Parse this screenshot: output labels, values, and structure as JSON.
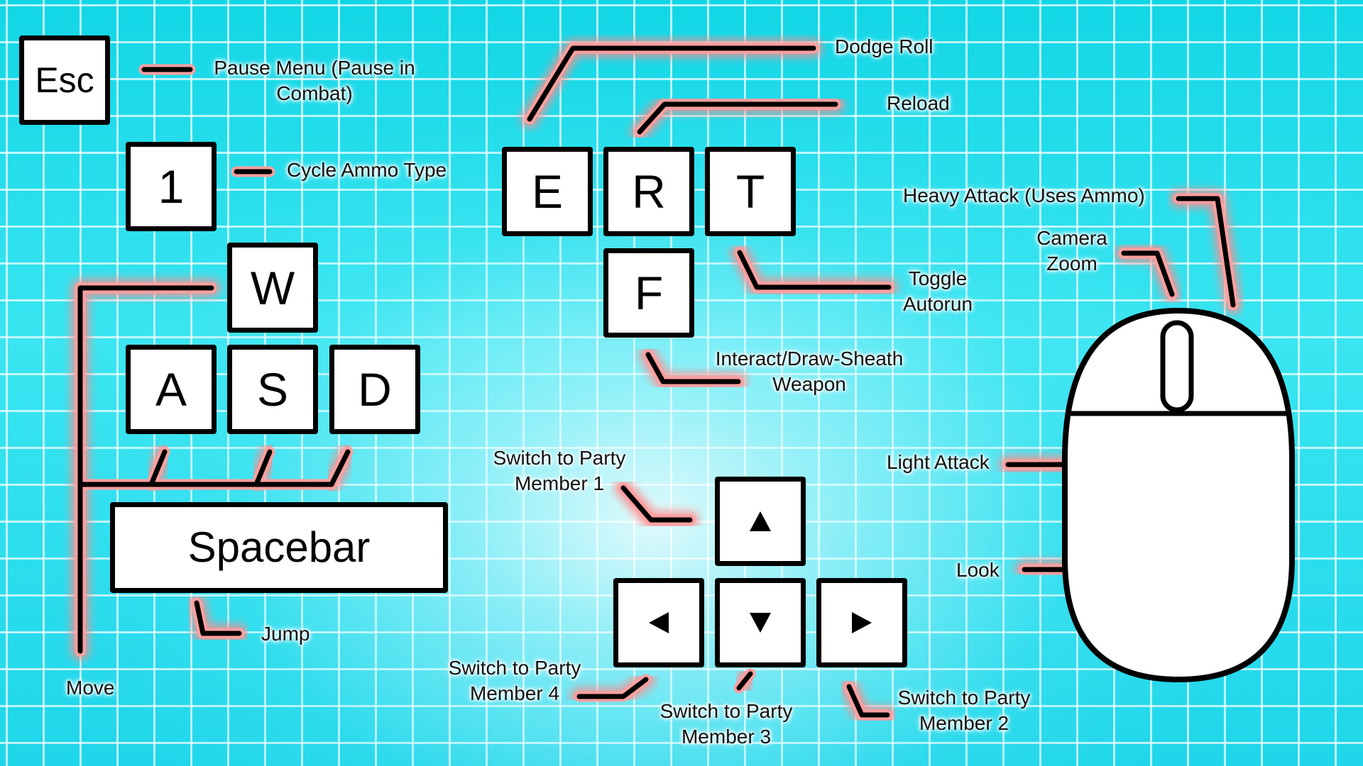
{
  "keys": {
    "esc": "Esc",
    "one": "1",
    "w": "W",
    "a": "A",
    "s": "S",
    "d": "D",
    "spacebar": "Spacebar",
    "e": "E",
    "r": "R",
    "t": "T",
    "f": "F"
  },
  "arrow_keys": {
    "up": "up-arrow-icon",
    "down": "down-arrow-icon",
    "left": "left-arrow-icon",
    "right": "right-arrow-icon"
  },
  "labels": {
    "pause_menu": [
      "Pause Menu (Pause in",
      "Combat)"
    ],
    "cycle_ammo": "Cycle Ammo Type",
    "move": "Move",
    "jump": "Jump",
    "dodge_roll": "Dodge Roll",
    "reload": "Reload",
    "toggle_autorun": [
      "Toggle",
      "Autorun"
    ],
    "interact": [
      "Interact/Draw-Sheath",
      "Weapon"
    ],
    "heavy_attack": "Heavy Attack (Uses Ammo)",
    "camera_zoom": [
      "Camera",
      "Zoom"
    ],
    "light_attack": "Light Attack",
    "look": "Look",
    "party_1": [
      "Switch to Party",
      "Member 1"
    ],
    "party_2": [
      "Switch to Party",
      "Member 2"
    ],
    "party_3": [
      "Switch to Party",
      "Member 3"
    ],
    "party_4": [
      "Switch to Party",
      "Member 4"
    ]
  },
  "colors": {
    "background": "#3ee3ef",
    "grid": "#ffffff",
    "connector": "#000000",
    "connector_glow": "#ff8c8c",
    "key_fill": "#ffffff"
  },
  "mouse_icon": "computer-mouse-icon"
}
